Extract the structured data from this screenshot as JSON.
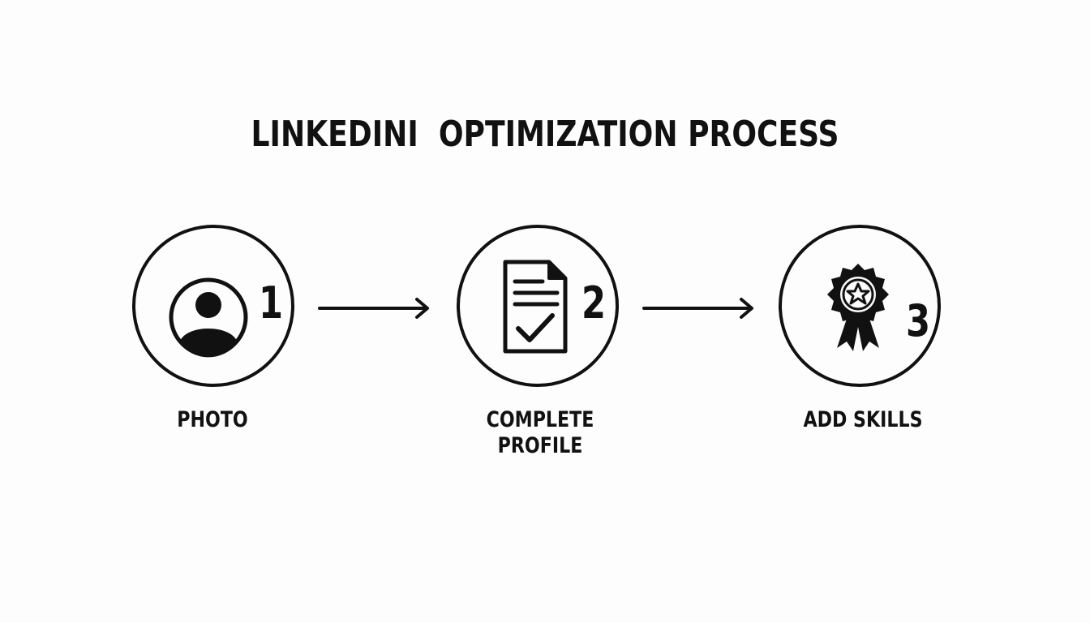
{
  "title": "LINKEDINI  OPTIMIZATION PROCESS",
  "steps": [
    {
      "number": "1",
      "label_lines": [
        "PHOTO"
      ],
      "icon": "profile-photo-icon"
    },
    {
      "number": "2",
      "label_lines": [
        "COMPLETE",
        "PROFILE"
      ],
      "icon": "document-check-icon"
    },
    {
      "number": "3",
      "label_lines": [
        "ADD SKILLS"
      ],
      "icon": "award-badge-icon"
    }
  ],
  "colors": {
    "ink": "#111111",
    "background": "#fdfdfd"
  }
}
